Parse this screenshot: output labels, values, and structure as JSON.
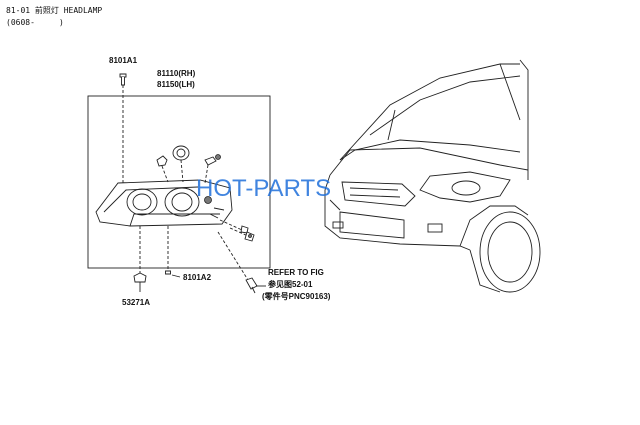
{
  "header": {
    "section_title": "81-01 前照灯 HEADLAMP",
    "date_range": "(0608-     )"
  },
  "watermark": "HOT-PARTS",
  "callouts": {
    "bolt_top": "8101A1",
    "lamp_rh": "81110(RH)",
    "lamp_lh": "81150(LH)",
    "bolt_bottom": "8101A2",
    "clip": "53271A",
    "refer_line1": "REFER TO FIG",
    "refer_line2": "参见图52-01",
    "refer_line3": "(零件号PNC90163)"
  },
  "colors": {
    "line": "#222222",
    "watermark": "#1e6fd9",
    "background": "#ffffff"
  }
}
